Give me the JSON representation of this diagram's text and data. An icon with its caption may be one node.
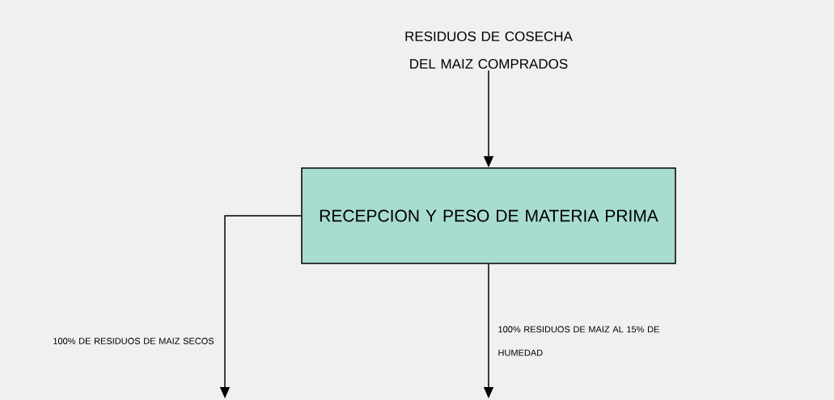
{
  "diagram": {
    "nodes": [
      {
        "text": [
          "RESIDUOS DE COSECHA DEL MAIZ COMPRADOS"
        ]
      },
      {
        "text": [
          "RECEPCION Y PESO DE MATERIA PRIMA"
        ]
      }
    ],
    "edges": [
      {
        "from": 0,
        "to": 1,
        "arrow": "to"
      },
      {
        "from": 1,
        "to": null,
        "arrow": "to",
        "label": "100% DE RESIDUOS DE MAIZ SECOS"
      },
      {
        "from": 1,
        "to": null,
        "arrow": "to",
        "label": "100% RESIDUOS DE MAIZ AL 15% DE HUMEDAD"
      }
    ]
  }
}
